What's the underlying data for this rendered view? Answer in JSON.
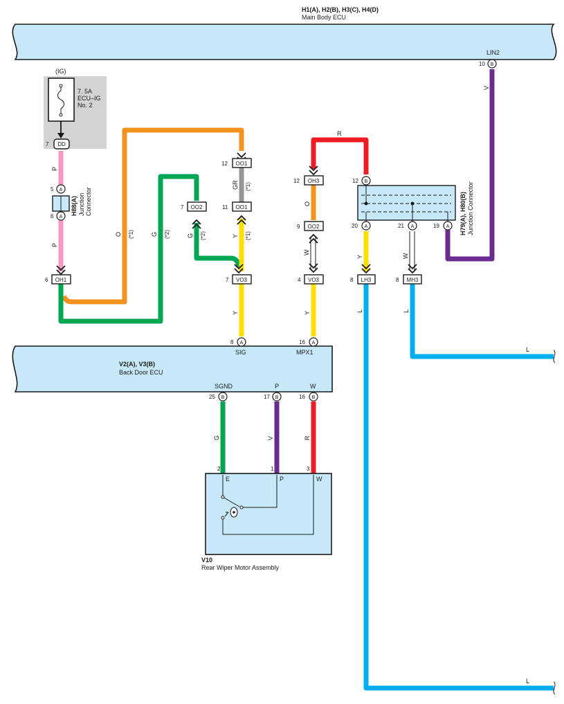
{
  "title": "",
  "colors": {
    "ecu_fill": "#c6e8f8",
    "orange": "#f5911e",
    "green": "#00a651",
    "pink": "#f49ac2",
    "grey": "#939598",
    "yellow": "#ffde00",
    "red": "#ed1c24",
    "purple": "#6a2c91",
    "blue": "#00aeef",
    "fuse_bg": "#d1d3d4"
  },
  "main_ecu": {
    "codes": "H1(A), H2(B), H3(C), H4(D)",
    "name": "Main Body ECU"
  },
  "back_ecu": {
    "codes": "V2(A), V3(B)",
    "name": "Back Door ECU"
  },
  "motor": {
    "code": "V10",
    "name": "Rear Wiper Motor Assembly",
    "pin_e": "E",
    "pin_p": "P",
    "pin_w": "W"
  },
  "fuse": {
    "supply": "(IG)",
    "rating": "7. 5A",
    "name1": "ECU–IG",
    "name2": "No. 2"
  },
  "jc_h88": {
    "code": "H88(A)",
    "line1": "Junction",
    "line2": "Connector"
  },
  "jc_h79": {
    "code": "H79(A), H80(B)",
    "label": "Junction Connector"
  },
  "terminals": {
    "lin2": "LIN2",
    "sig": "SIG",
    "mpx1": "MPX1",
    "sgnd": "SGND",
    "p": "P",
    "w": "W"
  },
  "connectors": {
    "dd": "DD",
    "oo1_top": "OO1",
    "oo1_mid": "OO1",
    "oo2_left": "OO2",
    "oo2_mid": "OO2",
    "oh3": "OH3",
    "oh1": "OH1",
    "vo3_left": "VO3",
    "vo3_mid": "VO3",
    "lh3": "LH3",
    "mh3": "MH3"
  },
  "pins": {
    "lin2_pin": "10",
    "lin2_letter": "B",
    "dd_pin": "7",
    "h88_top": "5",
    "h88_bot": "6",
    "h88_letter": "A",
    "oh1_pin": "6",
    "oo1_top_pin": "12",
    "oo1_mid_pin": "11",
    "oo2_left_pin": "7",
    "oo2_mid_pin": "9",
    "oh3_pin": "12",
    "vo3_left_pin": "7",
    "vo3_mid_pin": "4",
    "h79_top_pin": "12",
    "h79_top_letter": "B",
    "h79_p20": "20",
    "h79_p21": "21",
    "h79_p19": "19",
    "h79_a": "A",
    "lh3_pin": "8",
    "mh3_pin": "8",
    "sig_pin": "8",
    "mpx1_pin": "16",
    "back_a": "A",
    "sgnd_pin": "25",
    "p_pin": "17",
    "w_pin": "16",
    "back_b": "B",
    "motor_e": "2",
    "motor_p": "1",
    "motor_w": "3"
  },
  "wire_labels": {
    "v_top": "V",
    "r_top": "R",
    "p_upper": "P",
    "p_lower": "P",
    "o_left": "O",
    "g_left": "G",
    "g_loop": "G",
    "gr": "GR",
    "y_upper": "Y",
    "o_mid": "O",
    "w_mid": "W",
    "y_lh3": "Y",
    "w_mh3": "W",
    "y_left_low": "Y",
    "y_mid_low": "Y",
    "l_lh3": "L",
    "l_mh3": "L",
    "l_right_top": "L",
    "l_right_bot": "L",
    "g_motor": "G",
    "v_motor": "V",
    "r_motor": "R"
  },
  "notes": {
    "n1a": "(*1)",
    "n1b": "(*1)",
    "n1c": "(*1)",
    "n2a": "(*2)",
    "n2b": "(*2)"
  }
}
